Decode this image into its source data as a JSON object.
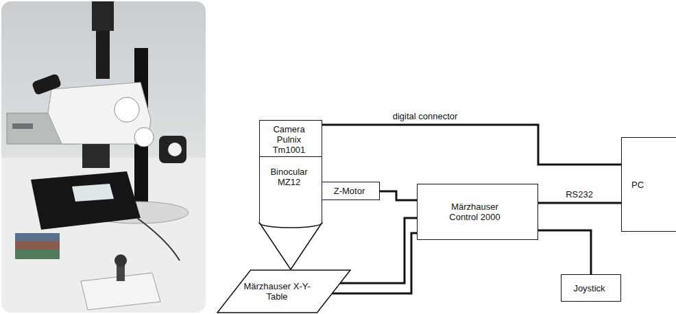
{
  "diagram": {
    "nodes": [
      {
        "text": [
          "Camera Pulnix Tm1001"
        ]
      },
      {
        "text": [
          "Binocular MZ12"
        ]
      },
      {
        "text": [
          "Z-Motor"
        ]
      },
      {
        "text": [
          "Märzhauser Control 2000"
        ]
      },
      {
        "text": [
          "PC"
        ]
      },
      {
        "text": [
          "Märzhauser X-Y-Table"
        ]
      },
      {
        "text": [
          "Joystick"
        ]
      }
    ],
    "edges": [
      {
        "from": 0,
        "to": 4,
        "label": "digital connector",
        "arrow": "none"
      },
      {
        "from": 2,
        "to": 3,
        "arrow": "none"
      },
      {
        "from": 3,
        "to": 4,
        "label": "RS232",
        "arrow": "none"
      },
      {
        "from": 5,
        "to": 3,
        "arrow": "none"
      },
      {
        "from": 5,
        "to": 3,
        "arrow": "none"
      },
      {
        "from": 3,
        "to": 6,
        "arrow": "none"
      }
    ]
  }
}
